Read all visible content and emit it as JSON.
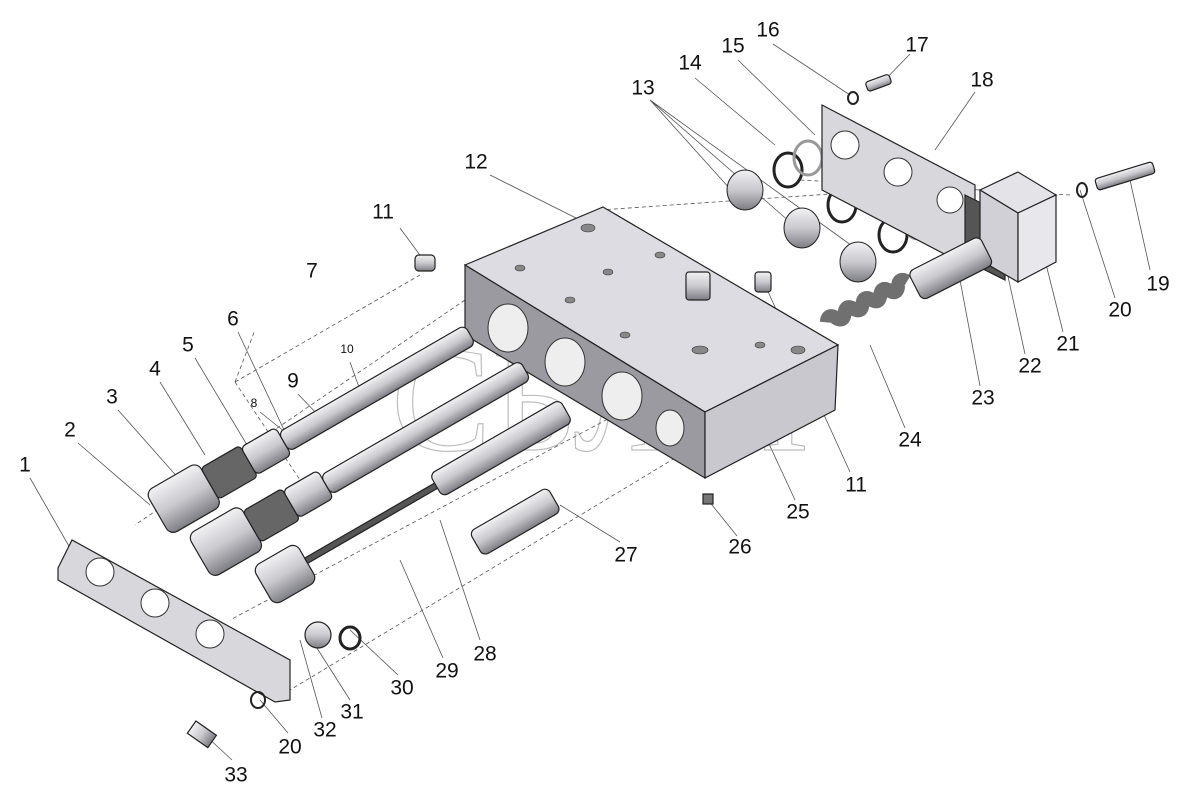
{
  "title": "Exploded view of hydraulic valve assembly",
  "watermark": "СБЛМ",
  "callouts": {
    "c1": "1",
    "c2": "2",
    "c3": "3",
    "c4": "4",
    "c5": "5",
    "c6": "6",
    "c7": "7",
    "c8": "8",
    "c9": "9",
    "c10": "10",
    "c11a": "11",
    "c11b": "11",
    "c12": "12",
    "c13": "13",
    "c14": "14",
    "c15": "15",
    "c16": "16",
    "c17": "17",
    "c18": "18",
    "c19": "19",
    "c20a": "20",
    "c20b": "20",
    "c21": "21",
    "c22": "22",
    "c23": "23",
    "c24": "24",
    "c25": "25",
    "c26": "26",
    "c27": "27",
    "c28": "28",
    "c29": "29",
    "c30": "30",
    "c31": "31",
    "c32": "32",
    "c33": "33"
  },
  "colors": {
    "part": "#d4d4d8",
    "part_dark": "#8e8e94",
    "block_top": "#dcdce2",
    "block_front": "#9a9aa0",
    "block_side": "#c8c8ce"
  }
}
